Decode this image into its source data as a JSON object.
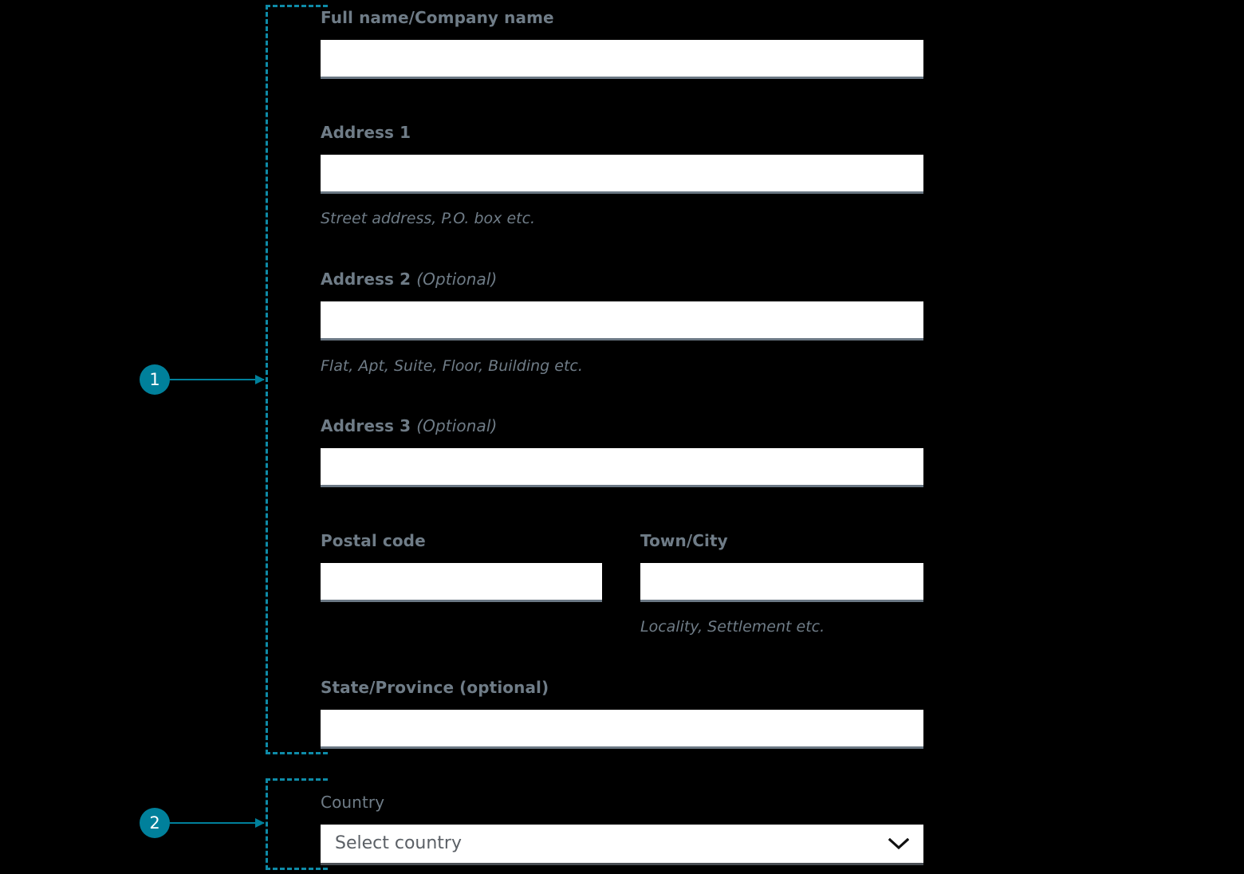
{
  "theme": {
    "background": "#000000",
    "accent_teal": "#00809b",
    "dash_teal": "#0e8ba8",
    "label_grey": "#6f7c87",
    "input_background": "#ffffff",
    "input_underline": "#6b7884",
    "select_underline": "#4a4f55",
    "placeholder_grey": "#5b6066"
  },
  "callouts": [
    {
      "number": "1",
      "target": "address-block"
    },
    {
      "number": "2",
      "target": "country-block"
    }
  ],
  "form": {
    "fields": [
      {
        "id": "full-name",
        "label": "Full name/Company name",
        "optional_suffix": "",
        "value": "",
        "hint": ""
      },
      {
        "id": "address-1",
        "label": "Address 1",
        "optional_suffix": "",
        "value": "",
        "hint": "Street address, P.O. box etc."
      },
      {
        "id": "address-2",
        "label": "Address 2",
        "optional_suffix": "(Optional)",
        "value": "",
        "hint": "Flat, Apt, Suite, Floor, Building etc."
      },
      {
        "id": "address-3",
        "label": "Address 3",
        "optional_suffix": "(Optional)",
        "value": "",
        "hint": ""
      },
      {
        "id": "postal-code",
        "label": "Postal code",
        "optional_suffix": "",
        "value": "",
        "hint": ""
      },
      {
        "id": "town-city",
        "label": "Town/City",
        "optional_suffix": "",
        "value": "",
        "hint": "Locality, Settlement etc."
      },
      {
        "id": "state-province",
        "label": "State/Province (optional)",
        "optional_suffix": "",
        "value": "",
        "hint": ""
      },
      {
        "id": "country",
        "label": "Country",
        "optional_suffix": "",
        "value": "",
        "placeholder": "Select country",
        "hint": ""
      }
    ],
    "country_select": {
      "label": "Country",
      "placeholder": "Select country",
      "selected_value": "",
      "icon": "chevron-down-icon"
    }
  }
}
